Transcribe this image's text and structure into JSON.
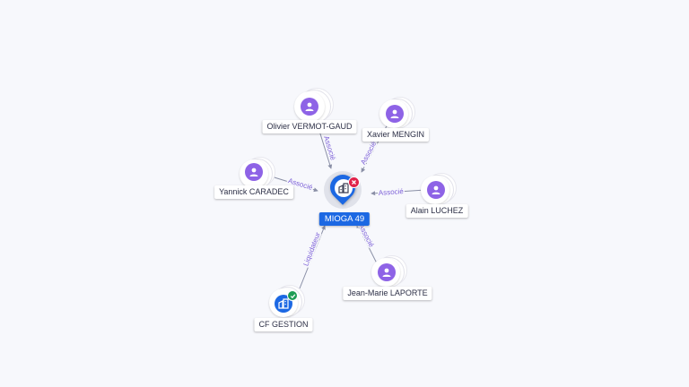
{
  "graph": {
    "center": {
      "label": "MIOGA 49",
      "status_icon": "error-x-icon"
    },
    "nodes": {
      "olivier": {
        "label": "Olivier VERMOT-GAUD",
        "type": "person"
      },
      "xavier": {
        "label": "Xavier MENGIN",
        "type": "person"
      },
      "yannick": {
        "label": "Yannick CARADEC",
        "type": "person"
      },
      "alain": {
        "label": "Alain LUCHEZ",
        "type": "person"
      },
      "jeanmarie": {
        "label": "Jean-Marie LAPORTE",
        "type": "person"
      },
      "cfgestion": {
        "label": "CF GESTION",
        "type": "company",
        "status_icon": "check-icon"
      }
    },
    "edges": {
      "olivier": {
        "label": "Associé"
      },
      "xavier": {
        "label": "Associé"
      },
      "yannick": {
        "label": "Associé"
      },
      "alain": {
        "label": "Associé"
      },
      "jeanmarie": {
        "label": "Associé"
      },
      "cfgestion": {
        "label": "Liquidateur"
      }
    }
  },
  "colors": {
    "accent": "#1c68e3",
    "person": "#8e63e6",
    "edge_label": "#7f63d8",
    "error_badge": "#e0224a",
    "check_badge": "#1f9d55"
  }
}
